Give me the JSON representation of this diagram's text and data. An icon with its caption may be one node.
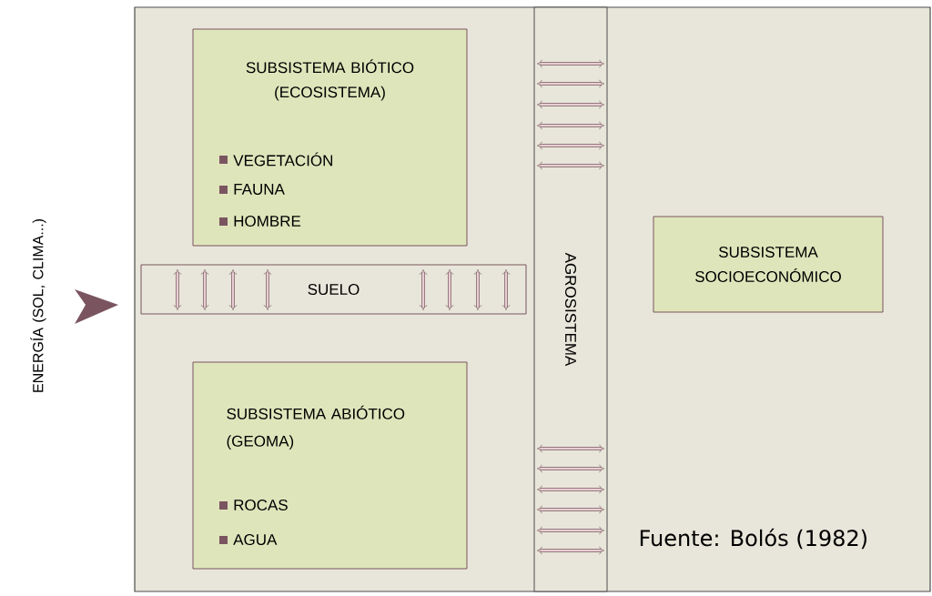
{
  "diagram": {
    "caption": "Fuente: Bolós (1982)",
    "nodes": [
      {
        "text": [
          "SUBSISTEMA BIÓTICO (ECOSISTEMA)",
          "VEGETACIÓN",
          "FAUNA",
          "HOMBRE"
        ]
      },
      {
        "text": [
          "SUELO"
        ]
      },
      {
        "text": [
          "SUBSISTEMA ABIÓTICO (GEOMA)",
          "ROCAS",
          "AGUA"
        ]
      },
      {
        "text": [
          "AGROSISTEMA"
        ]
      },
      {
        "text": [
          "SUBSISTEMA SOCIOECONÓMICO"
        ]
      }
    ],
    "labels": [
      "ENERGÍA (SOL, CLIMA...)"
    ]
  }
}
